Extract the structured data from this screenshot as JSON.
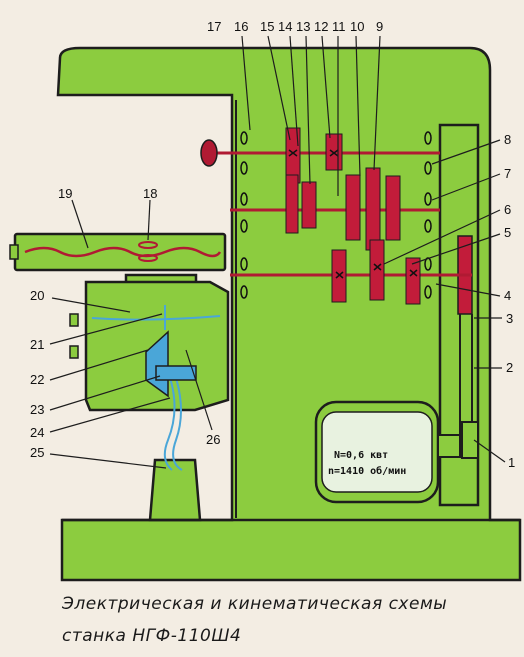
{
  "caption": {
    "line1": "Электрическая и кинематическая схемы",
    "line2": "станка НГФ-110Ш4"
  },
  "motor": {
    "power": "N=0,6 квт",
    "speed": "n=1410 об/мин"
  },
  "labels": [
    "1",
    "2",
    "3",
    "4",
    "5",
    "6",
    "7",
    "8",
    "9",
    "10",
    "11",
    "12",
    "13",
    "14",
    "15",
    "16",
    "17",
    "18",
    "19",
    "20",
    "21",
    "22",
    "23",
    "24",
    "25",
    "26"
  ],
  "colors": {
    "machine": "#8ccc3f",
    "outline": "#1d1d1d",
    "gear": "#c21c3a",
    "shaft": "#b01a33",
    "fluid": "#4aa6d8",
    "ink": "#111111",
    "paper": "#f3ede3"
  }
}
